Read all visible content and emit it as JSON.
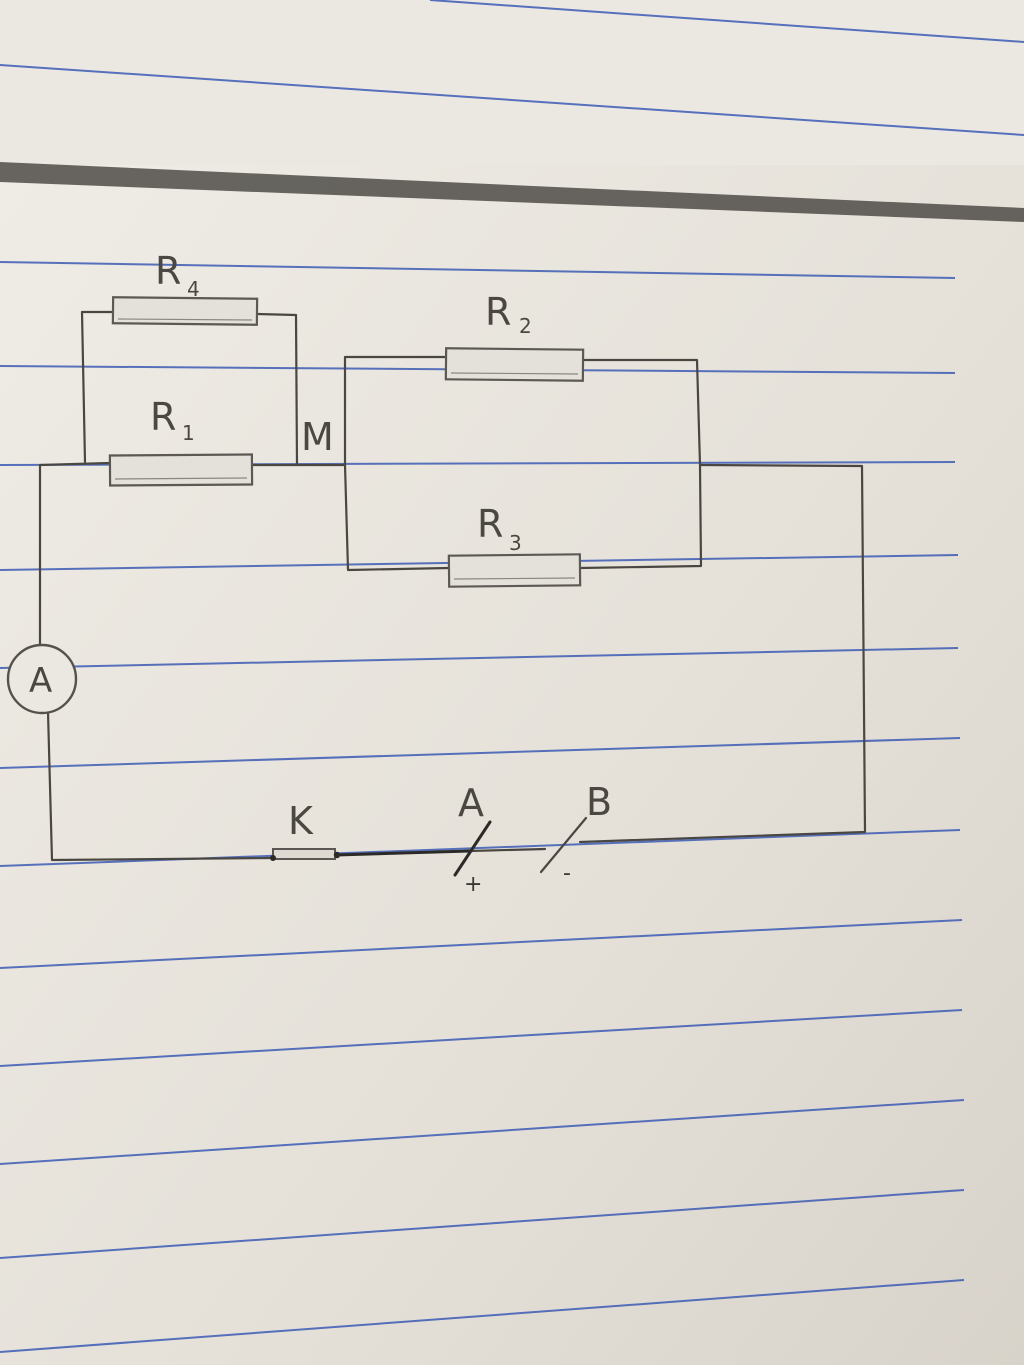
{
  "diagram": {
    "labels": {
      "r4_main": "R",
      "r4_sub": "4",
      "r1_main": "R",
      "r1_sub": "1",
      "r2_main": "R",
      "r2_sub": "2",
      "r3_main": "R",
      "r3_sub": "3",
      "node_m": "M",
      "ammeter": "A",
      "switch": "K",
      "terminal_a": "A",
      "terminal_b": "B",
      "plus": "+",
      "minus": "-"
    },
    "colors": {
      "paper": "#e6e2da",
      "rule_line": "#3c5bb4",
      "pencil": "#4a4742"
    }
  }
}
